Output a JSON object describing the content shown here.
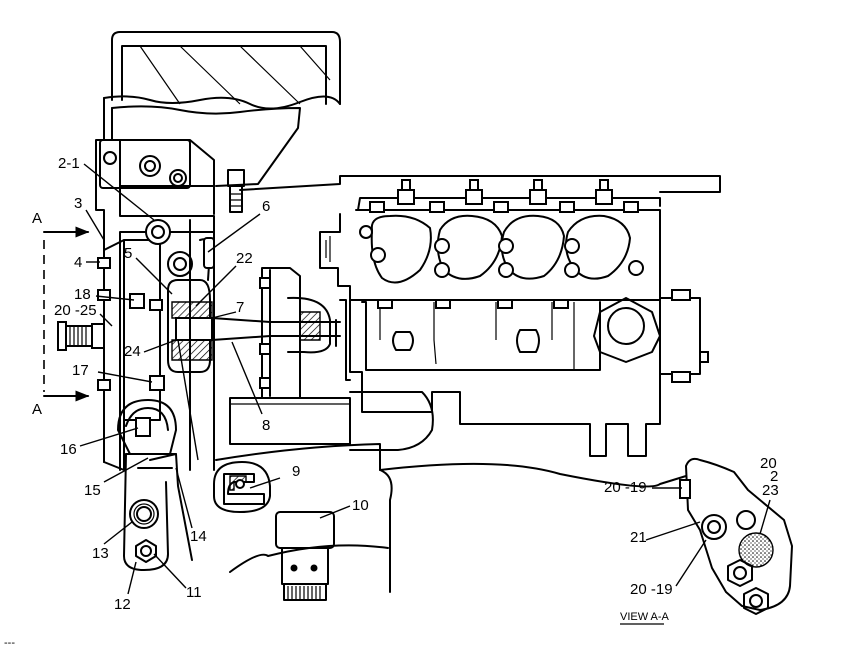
{
  "callouts": {
    "c2_1": "2-1",
    "c3": "3",
    "c4": "4",
    "c5": "5",
    "c6": "6",
    "c7": "7",
    "c8": "8",
    "c9": "9",
    "c10": "10",
    "c11": "11",
    "c12": "12",
    "c13": "13",
    "c14": "14",
    "c15": "15",
    "c16": "16",
    "c17": "17",
    "c18": "18",
    "c20_25": "20 -25",
    "c22": "22",
    "c24": "24",
    "c20_19_top": "20 -19",
    "c20_19_bottom": "20 -19",
    "c21": "21",
    "c20_2": "20",
    "c2": "2",
    "c23": "23"
  },
  "view_markers": {
    "top": "A",
    "bottom": "A"
  },
  "view_caption": "VIEW A-A",
  "page_mark": "---"
}
